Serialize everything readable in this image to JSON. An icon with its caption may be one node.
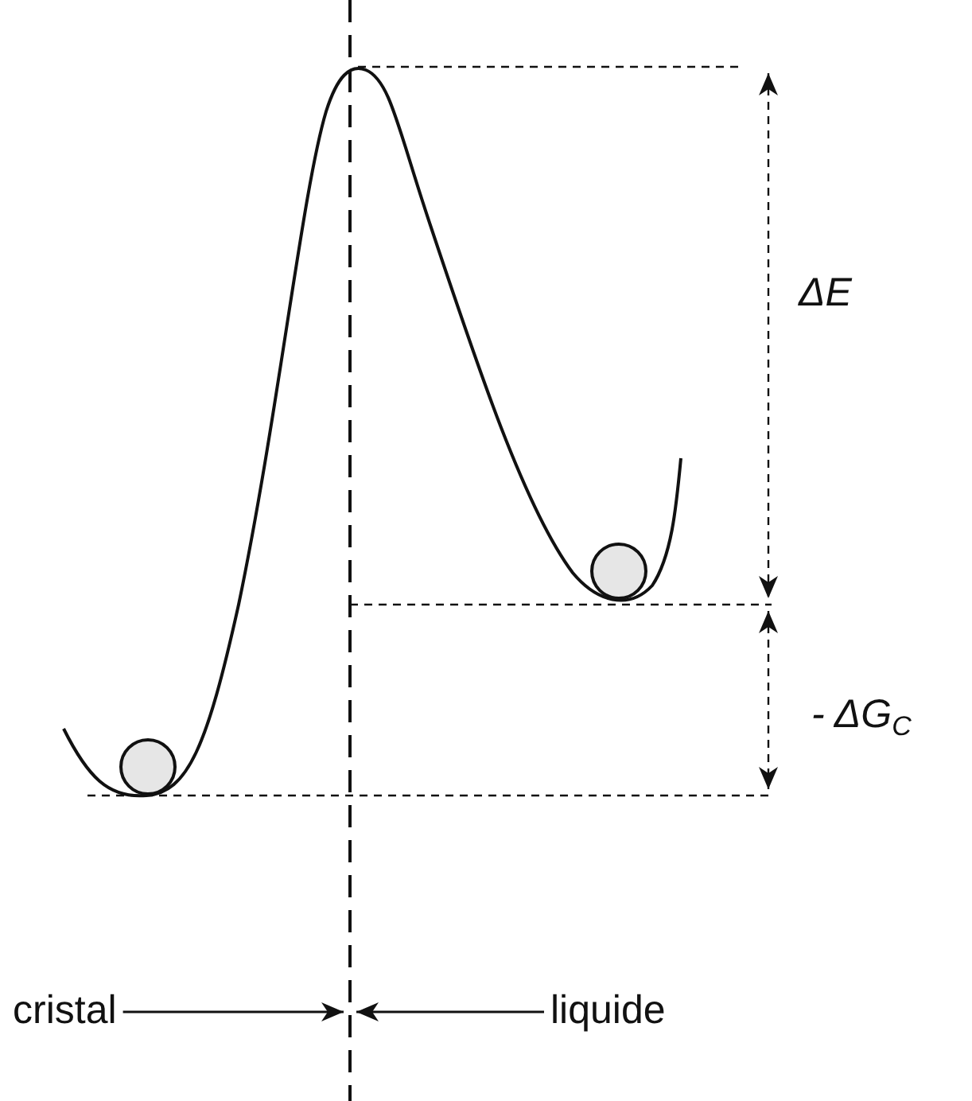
{
  "diagram": {
    "nodes": [
      {
        "text": [],
        "shape": "line"
      },
      {
        "text": [
          "cristal"
        ]
      },
      {
        "text": [
          "liquide"
        ]
      }
    ],
    "edges": [
      {
        "from": 1,
        "to": 0,
        "arrow": "to"
      },
      {
        "from": 2,
        "to": 0,
        "arrow": "to"
      }
    ],
    "labels": [
      "ΔE",
      "- ΔG$_{C}$"
    ]
  }
}
